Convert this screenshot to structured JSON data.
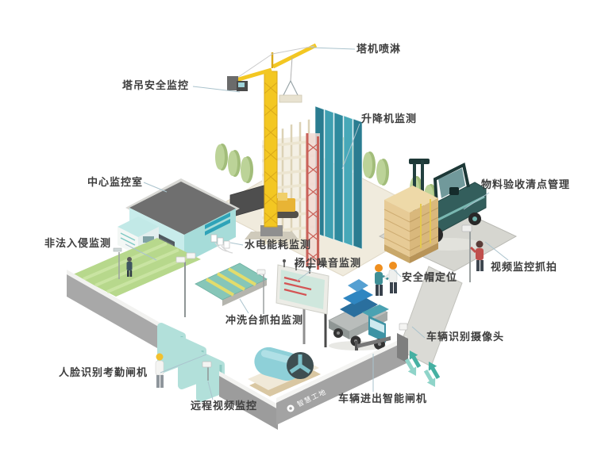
{
  "scene": {
    "wall_logo": "智慧工地"
  },
  "labels": [
    {
      "id": "tower-crane-spray",
      "text": "塔机喷淋"
    },
    {
      "id": "tower-crane-safety-monitoring",
      "text": "塔吊安全监控"
    },
    {
      "id": "hoist-monitoring",
      "text": "升降机监测"
    },
    {
      "id": "central-monitoring-room",
      "text": "中心监控室"
    },
    {
      "id": "illegal-intrusion-detection",
      "text": "非法入侵监测"
    },
    {
      "id": "material-acceptance-management",
      "text": "物料验收清点管理"
    },
    {
      "id": "utility-energy-monitoring",
      "text": "水电能耗监测"
    },
    {
      "id": "dust-noise-monitoring",
      "text": "扬尘噪音监测"
    },
    {
      "id": "video-surveillance-capture",
      "text": "视频监控抓拍"
    },
    {
      "id": "safety-helmet-positioning",
      "text": "安全帽定位"
    },
    {
      "id": "washing-station-capture",
      "text": "冲洗台抓拍监测"
    },
    {
      "id": "vehicle-recognition-camera",
      "text": "车辆识别摄像头"
    },
    {
      "id": "face-recognition-attendance-gate",
      "text": "人脸识别考勤闸机"
    },
    {
      "id": "remote-video-monitoring",
      "text": "远程视频监控"
    },
    {
      "id": "vehicle-entry-exit-smart-gate",
      "text": "车辆进出智能闸机"
    }
  ],
  "colors": {
    "label_text": "#3d3d3d",
    "leader_line": "#aac3cd",
    "crane_yellow": "#f3c722",
    "glass_teal": "#2f8ba0",
    "hoist_red": "#c9625a",
    "wall_gray": "#a3a3a3",
    "lawn_green": "#b7d88c",
    "gate_teal": "#b2e0da",
    "arrow_teal": "#45b0a2",
    "forklift_teal": "#335e5c",
    "pallet_tan": "#d9b87c",
    "room_teal": "#a6dcd9"
  }
}
